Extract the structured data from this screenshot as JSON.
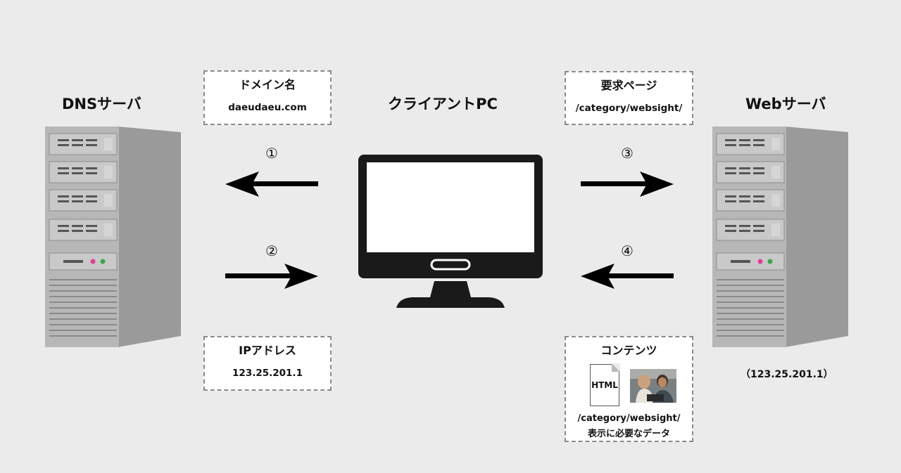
{
  "dns_server": {
    "title": "DNSサーバ"
  },
  "client": {
    "title": "クライアントPC"
  },
  "web_server": {
    "title": "Webサーバ",
    "ip": "（123.25.201.1）"
  },
  "box_domain": {
    "heading": "ドメイン名",
    "value": "daeudaeu.com"
  },
  "box_ip": {
    "heading": "IPアドレス",
    "value": "123.25.201.1"
  },
  "box_request": {
    "heading": "要求ページ",
    "value": "/category/websight/"
  },
  "box_content": {
    "heading": "コンテンツ",
    "doc_label": "HTML",
    "path": "/category/websight/",
    "desc": "表示に必要なデータ"
  },
  "steps": [
    "①",
    "②",
    "③",
    "④"
  ]
}
